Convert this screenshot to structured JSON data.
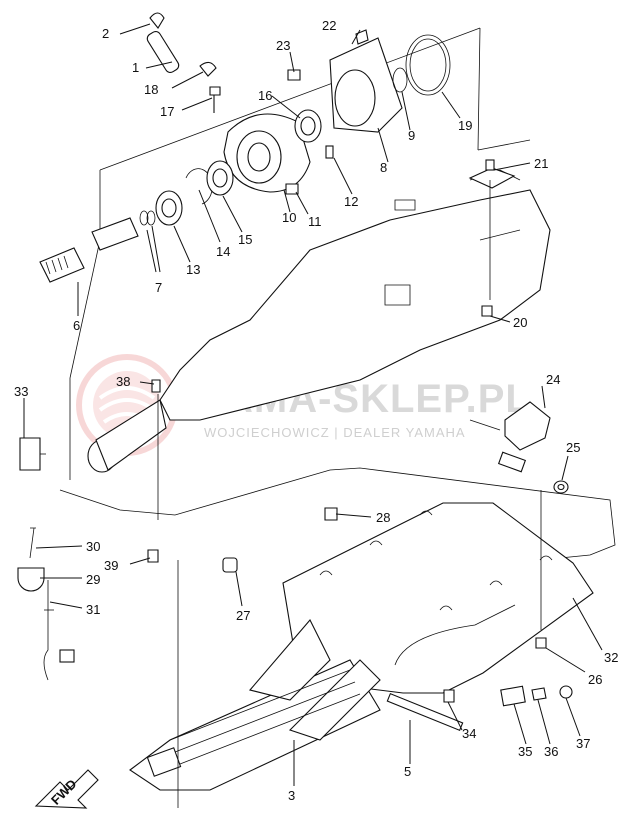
{
  "watermark": {
    "title": "YAMA-SKLEP.PL",
    "subtitle": "WOJCIECHOWICZ | DEALER YAMAHA"
  },
  "fwd_label": "FWD",
  "callouts": [
    "1",
    "2",
    "3",
    "5",
    "6",
    "7",
    "8",
    "9",
    "10",
    "11",
    "12",
    "13",
    "14",
    "15",
    "16",
    "17",
    "18",
    "19",
    "20",
    "21",
    "22",
    "23",
    "24",
    "25",
    "26",
    "27",
    "28",
    "29",
    "30",
    "31",
    "32",
    "33",
    "34",
    "35",
    "36",
    "37",
    "38",
    "39"
  ]
}
